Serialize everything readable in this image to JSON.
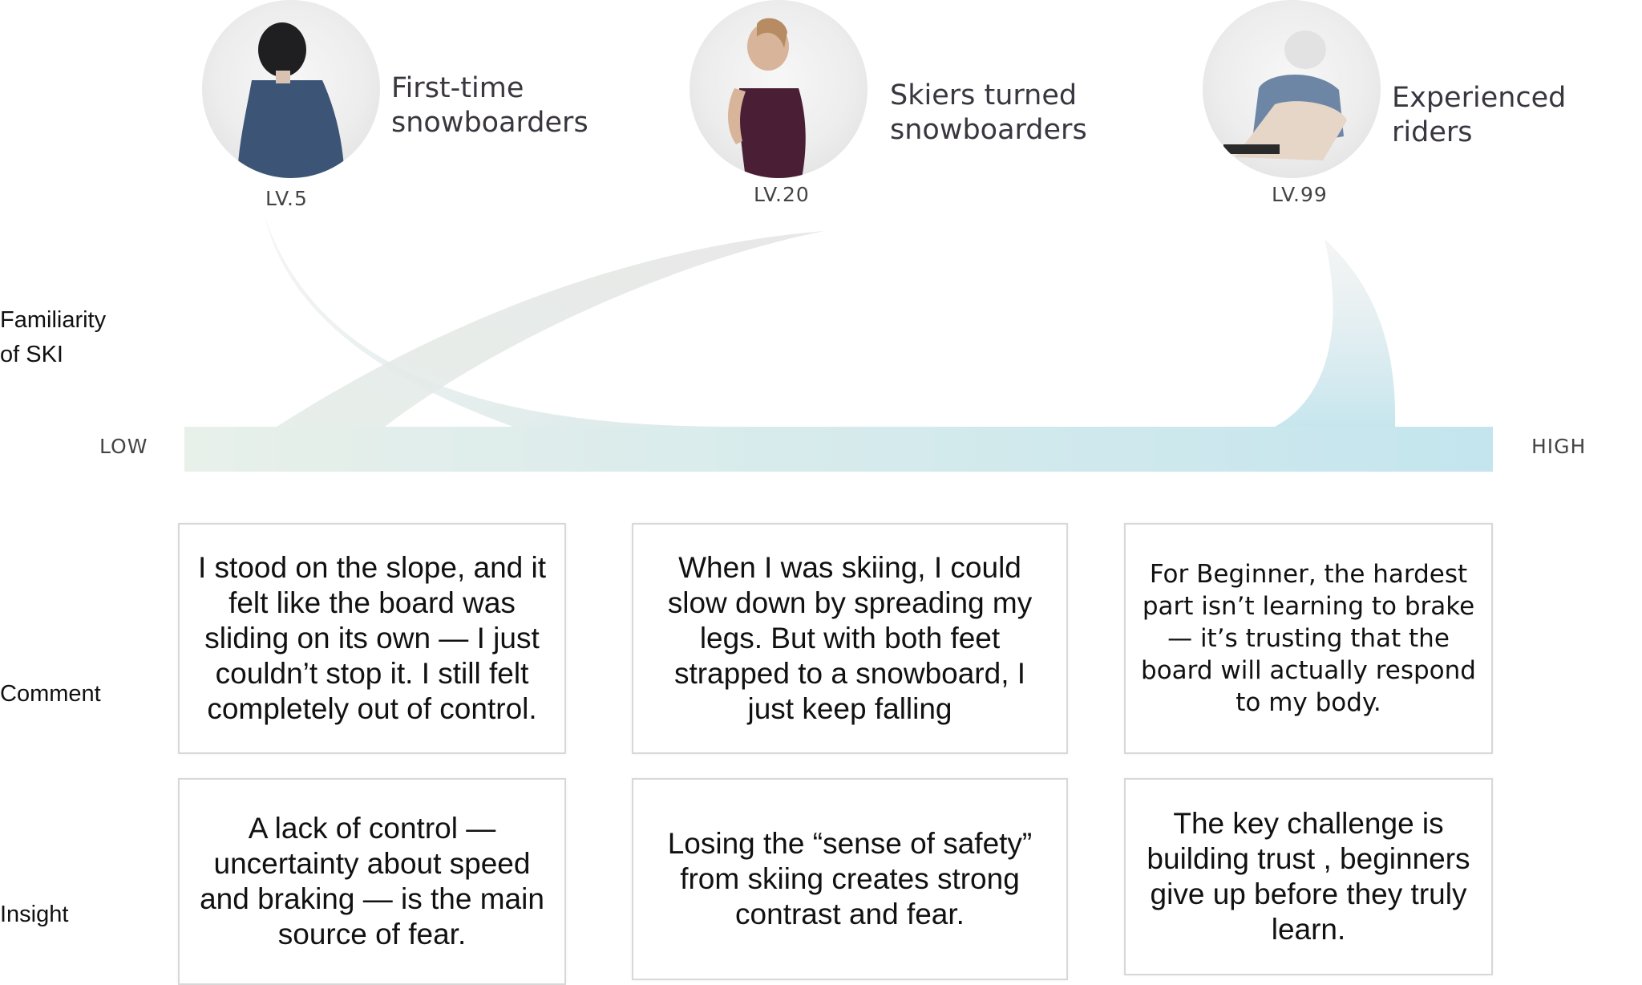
{
  "personas": [
    {
      "name": "First-time\nsnowboarders",
      "level": "LV.5"
    },
    {
      "name": "Skiers turned\nsnowboarders",
      "level": "LV.20"
    },
    {
      "name": "Experienced riders",
      "level": "LV.99"
    }
  ],
  "scale": {
    "label": "Familiarity\nof SKI",
    "low": "LOW",
    "high": "HIGH",
    "gradient_start": "#e8f0ea",
    "gradient_end": "#c4e5ee"
  },
  "rows": {
    "comment_label": "Comment",
    "insight_label": "Insight"
  },
  "comments": [
    "I stood on the slope, and it felt like the board was sliding on its own — I just couldn’t stop it. I still felt completely out of control.",
    "When I was skiing, I could slow down by spreading my legs. But with both feet strapped to a snowboard, I just keep falling",
    "For Beginner, the hardest part isn’t learning to brake — it’s trusting that the board will actually respond to my body."
  ],
  "insights": [
    "A lack of control — uncertainty about speed and braking — is the main source of fear.",
    "Losing the “sense of safety” from skiing creates strong contrast and fear.",
    "The key challenge is building trust , beginners give up before they truly learn."
  ]
}
